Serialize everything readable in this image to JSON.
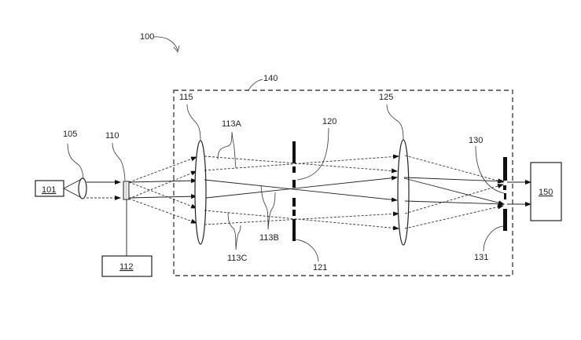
{
  "figure": {
    "reference": "100",
    "components": {
      "source": {
        "ref": "101"
      },
      "collimating_lens": {
        "ref": "105"
      },
      "modulator": {
        "ref": "110"
      },
      "controller": {
        "ref": "112"
      },
      "beams": {
        "a": "113A",
        "b": "113B",
        "c": "113C"
      },
      "first_lens": {
        "ref": "115"
      },
      "first_aperture": {
        "ref": "120"
      },
      "first_stop": {
        "ref": "121"
      },
      "second_lens": {
        "ref": "125"
      },
      "second_aperture": {
        "ref": "130"
      },
      "second_stop": {
        "ref": "131"
      },
      "enclosure": {
        "ref": "140"
      },
      "detector": {
        "ref": "150"
      }
    }
  }
}
